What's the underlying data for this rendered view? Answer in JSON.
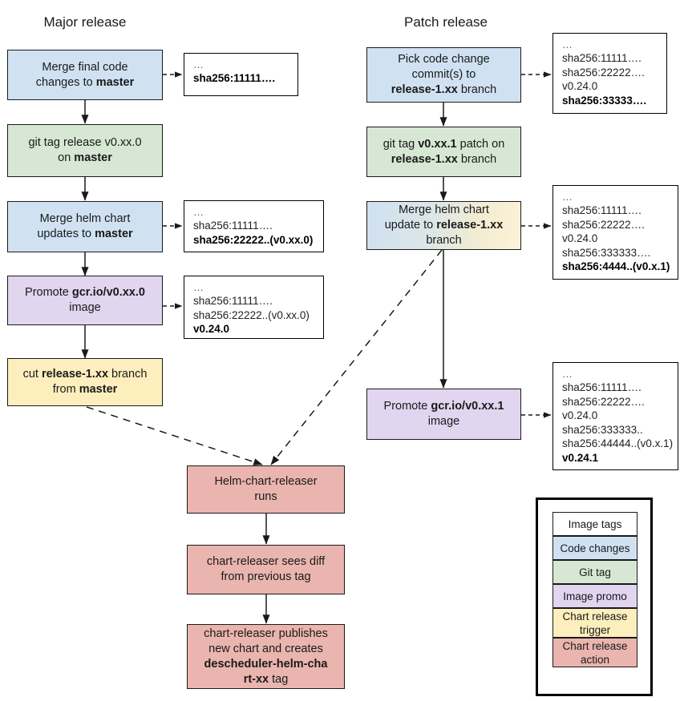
{
  "diagram": {
    "title_major": "Major release",
    "title_patch": "Patch release"
  },
  "major_column": {
    "steps": [
      {
        "id": "merge-final-code",
        "kind": "code-changes",
        "text_html": "Merge final code<br>changes to <b>master</b>"
      },
      {
        "id": "git-tag-release",
        "kind": "git-tag",
        "text_html": "git tag release v0.xx.0<br>on <b>master</b>"
      },
      {
        "id": "merge-helm-chart",
        "kind": "code-changes",
        "text_html": "Merge helm chart<br>updates to <b>master</b>"
      },
      {
        "id": "promote-image",
        "kind": "image-promo",
        "text_html": "Promote <b>gcr.io/v0.xx.0</b><br>image"
      },
      {
        "id": "cut-release-branch",
        "kind": "chart-release-trigger",
        "text_html": "cut <b>release-1.xx</b> branch<br>from <b>master</b>"
      }
    ]
  },
  "patch_column": {
    "steps": [
      {
        "id": "pick-commits",
        "kind": "code-changes",
        "text_html": "Pick code change<br>commit(s) to<br><b>release-1.xx</b> branch"
      },
      {
        "id": "git-tag-patch",
        "kind": "git-tag",
        "text_html": "git tag <b>v0.xx.1</b> patch on<br><b>release-1.xx</b> branch"
      },
      {
        "id": "merge-helm-chart-patch",
        "kind": "code-changes-and-trigger",
        "text_html": "Merge helm chart<br>update to <b>release-1.xx</b><br>branch"
      },
      {
        "id": "promote-image-patch",
        "kind": "image-promo",
        "text_html": "Promote <b>gcr.io/v0.xx.1</b><br>image"
      }
    ]
  },
  "chart_release_chain": {
    "steps": [
      {
        "id": "helm-chart-releaser-runs",
        "kind": "chart-release-action",
        "text_html": "Helm-chart-releaser<br>runs"
      },
      {
        "id": "chart-releaser-sees-diff",
        "kind": "chart-release-action",
        "text_html": "chart-releaser sees diff<br>from previous tag"
      },
      {
        "id": "chart-releaser-publishes",
        "kind": "chart-release-action",
        "text_html": "chart-releaser publishes<br>new chart and creates<br><b>descheduler-helm-cha</b><br><b>rt-xx</b> tag"
      }
    ]
  },
  "image_tag_boxes": [
    {
      "id": "tags-after-merge-final-code",
      "ellipsis": "…",
      "lines": [
        {
          "text": "sha256:11111….",
          "bold": true
        }
      ]
    },
    {
      "id": "tags-after-merge-helm-chart",
      "ellipsis": "…",
      "lines": [
        {
          "text": "sha256:11111….",
          "bold": false
        },
        {
          "text": "sha256:22222..(v0.xx.0)",
          "bold": true
        }
      ]
    },
    {
      "id": "tags-after-promote-image",
      "ellipsis": "…",
      "lines": [
        {
          "text": "sha256:11111….",
          "bold": false
        },
        {
          "text": "sha256:22222..(v0.xx.0)",
          "bold": false
        },
        {
          "text": "v0.24.0",
          "bold": true
        }
      ]
    },
    {
      "id": "tags-after-pick-commits",
      "ellipsis": "…",
      "lines": [
        {
          "text": "sha256:11111….",
          "bold": false
        },
        {
          "text": "sha256:22222….",
          "bold": false
        },
        {
          "text": "v0.24.0",
          "bold": false
        },
        {
          "text": "sha256:33333….",
          "bold": true
        }
      ]
    },
    {
      "id": "tags-after-merge-helm-chart-patch",
      "ellipsis": "…",
      "lines": [
        {
          "text": "sha256:11111….",
          "bold": false
        },
        {
          "text": "sha256:22222….",
          "bold": false
        },
        {
          "text": "v0.24.0",
          "bold": false
        },
        {
          "text": "sha256:333333….",
          "bold": false
        },
        {
          "text": "sha256:4444..(v0.x.1)",
          "bold": true
        }
      ]
    },
    {
      "id": "tags-after-promote-image-patch",
      "ellipsis": "…",
      "lines": [
        {
          "text": "sha256:11111….",
          "bold": false
        },
        {
          "text": "sha256:22222….",
          "bold": false
        },
        {
          "text": "v0.24.0",
          "bold": false
        },
        {
          "text": "sha256:333333..",
          "bold": false
        },
        {
          "text": "sha256:44444..(v0.x.1)",
          "bold": false
        },
        {
          "text": "v0.24.1",
          "bold": true
        }
      ]
    }
  ],
  "legend": {
    "items": [
      {
        "label": "Image tags",
        "color": "#ffffff"
      },
      {
        "label": "Code changes",
        "color": "#d0e2f2"
      },
      {
        "label": "Git tag",
        "color": "#d6e8d3"
      },
      {
        "label": "Image promo",
        "color": "#e1d5ef"
      },
      {
        "label": "Chart release trigger",
        "color": "#fdeebe"
      },
      {
        "label": "Chart release action",
        "color": "#eab5ae"
      }
    ]
  }
}
